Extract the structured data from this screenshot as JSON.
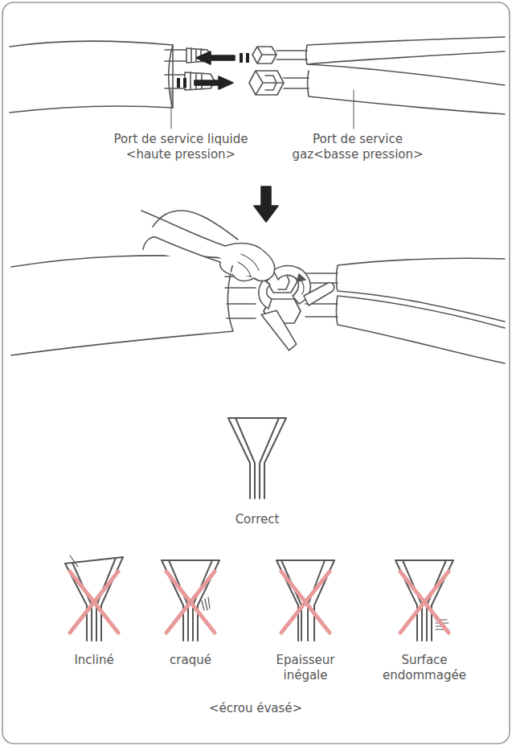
{
  "diagram": {
    "caption": "<écrou évasé>",
    "labels": [
      "Port de service liquide <haute pression>",
      "Port de service gaz<basse pression>",
      "Correct",
      "Incliné",
      "craqué",
      "Epaisseur inégale",
      "Surface endommagée"
    ]
  }
}
